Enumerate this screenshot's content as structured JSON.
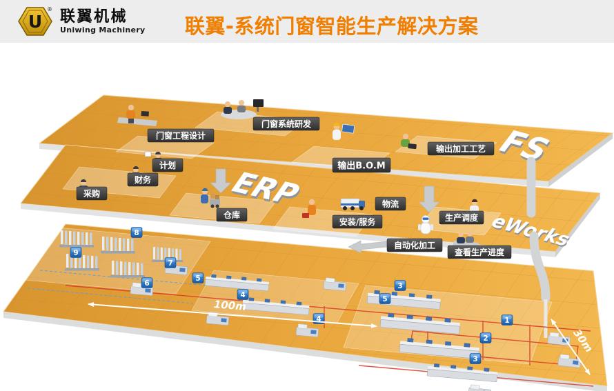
{
  "header": {
    "logo": {
      "mark": "U",
      "registered": "®",
      "company_cn": "联翼机械",
      "company_en": "Uniwing Machinery"
    },
    "title": "联翼-系统门窗智能生产解决方案"
  },
  "fs_layer": {
    "big_label": "FS",
    "design_label": "门窗工程设计",
    "rd_label": "门窗系统研发",
    "bom_label": "输出B.O.M",
    "process_label": "输出加工工艺"
  },
  "erp_layer": {
    "big_label": "ERP",
    "eworks_label": "eWorks",
    "plan_label": "计划",
    "finance_label": "财务",
    "purchase_label": "采购",
    "warehouse_label": "仓库",
    "logistics_label": "物流",
    "install_label": "安装/服务",
    "dispatch_label": "生产调度"
  },
  "workshop_layer": {
    "auto_label": "自动化加工",
    "progress_label": "查看生产进度",
    "dim_length": "100m",
    "dim_width": "30m",
    "badges": [
      {
        "n": "8"
      },
      {
        "n": "9"
      },
      {
        "n": "7"
      },
      {
        "n": "5"
      },
      {
        "n": "6"
      },
      {
        "n": "4"
      },
      {
        "n": "3"
      },
      {
        "n": "5"
      },
      {
        "n": "4"
      },
      {
        "n": "1"
      },
      {
        "n": "2"
      },
      {
        "n": "3"
      }
    ]
  },
  "colors": {
    "platform_orange": "#E9A73D",
    "title_orange": "#F07E00",
    "badge_blue": "#1E66B8",
    "tag_dark": "#3C3C3C"
  }
}
